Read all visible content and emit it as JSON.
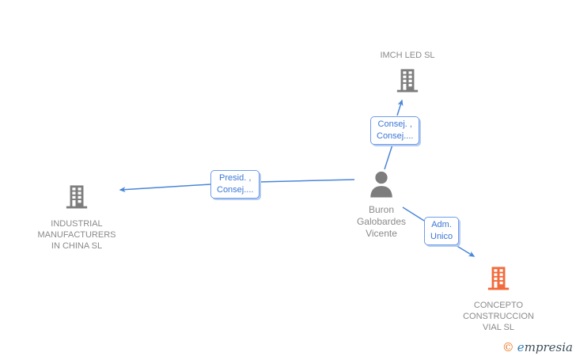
{
  "nodes": {
    "person": {
      "name": "Buron Galobardes Vicente",
      "lines": [
        "Buron",
        "Galobardes",
        "Vicente"
      ]
    },
    "company_imch": {
      "name": "IMCH LED SL",
      "lines": [
        "IMCH LED SL"
      ]
    },
    "company_industrial": {
      "name": "INDUSTRIAL MANUFACTURERS IN CHINA SL",
      "lines": [
        "INDUSTRIAL",
        "MANUFACTURERS",
        "IN CHINA SL"
      ]
    },
    "company_concepto": {
      "name": "CONCEPTO CONSTRUCCION VIAL SL",
      "lines": [
        "CONCEPTO",
        "CONSTRUCCION",
        "VIAL SL"
      ]
    }
  },
  "edges": {
    "person_to_imch": {
      "lines": [
        "Consej. ,",
        "Consej...."
      ]
    },
    "person_to_industrial": {
      "lines": [
        "Presid. ,",
        "Consej...."
      ]
    },
    "person_to_concepto": {
      "lines": [
        "Adm.",
        "Unico"
      ]
    }
  },
  "footer": {
    "copyright_symbol": "©",
    "brand_first_letter": "e",
    "brand_rest": "mpresia"
  },
  "colors": {
    "edge_blue": "#4a86d8",
    "edge_box_border": "#6f9ee9",
    "edge_box_text": "#3b77d4",
    "building_gray": "#7d7d7d",
    "building_orange": "#f26b3c",
    "label_gray": "#8a8a8a",
    "logo_orange": "#e87722",
    "logo_blue": "#2e7bb5",
    "logo_dark": "#3d4f5c"
  }
}
